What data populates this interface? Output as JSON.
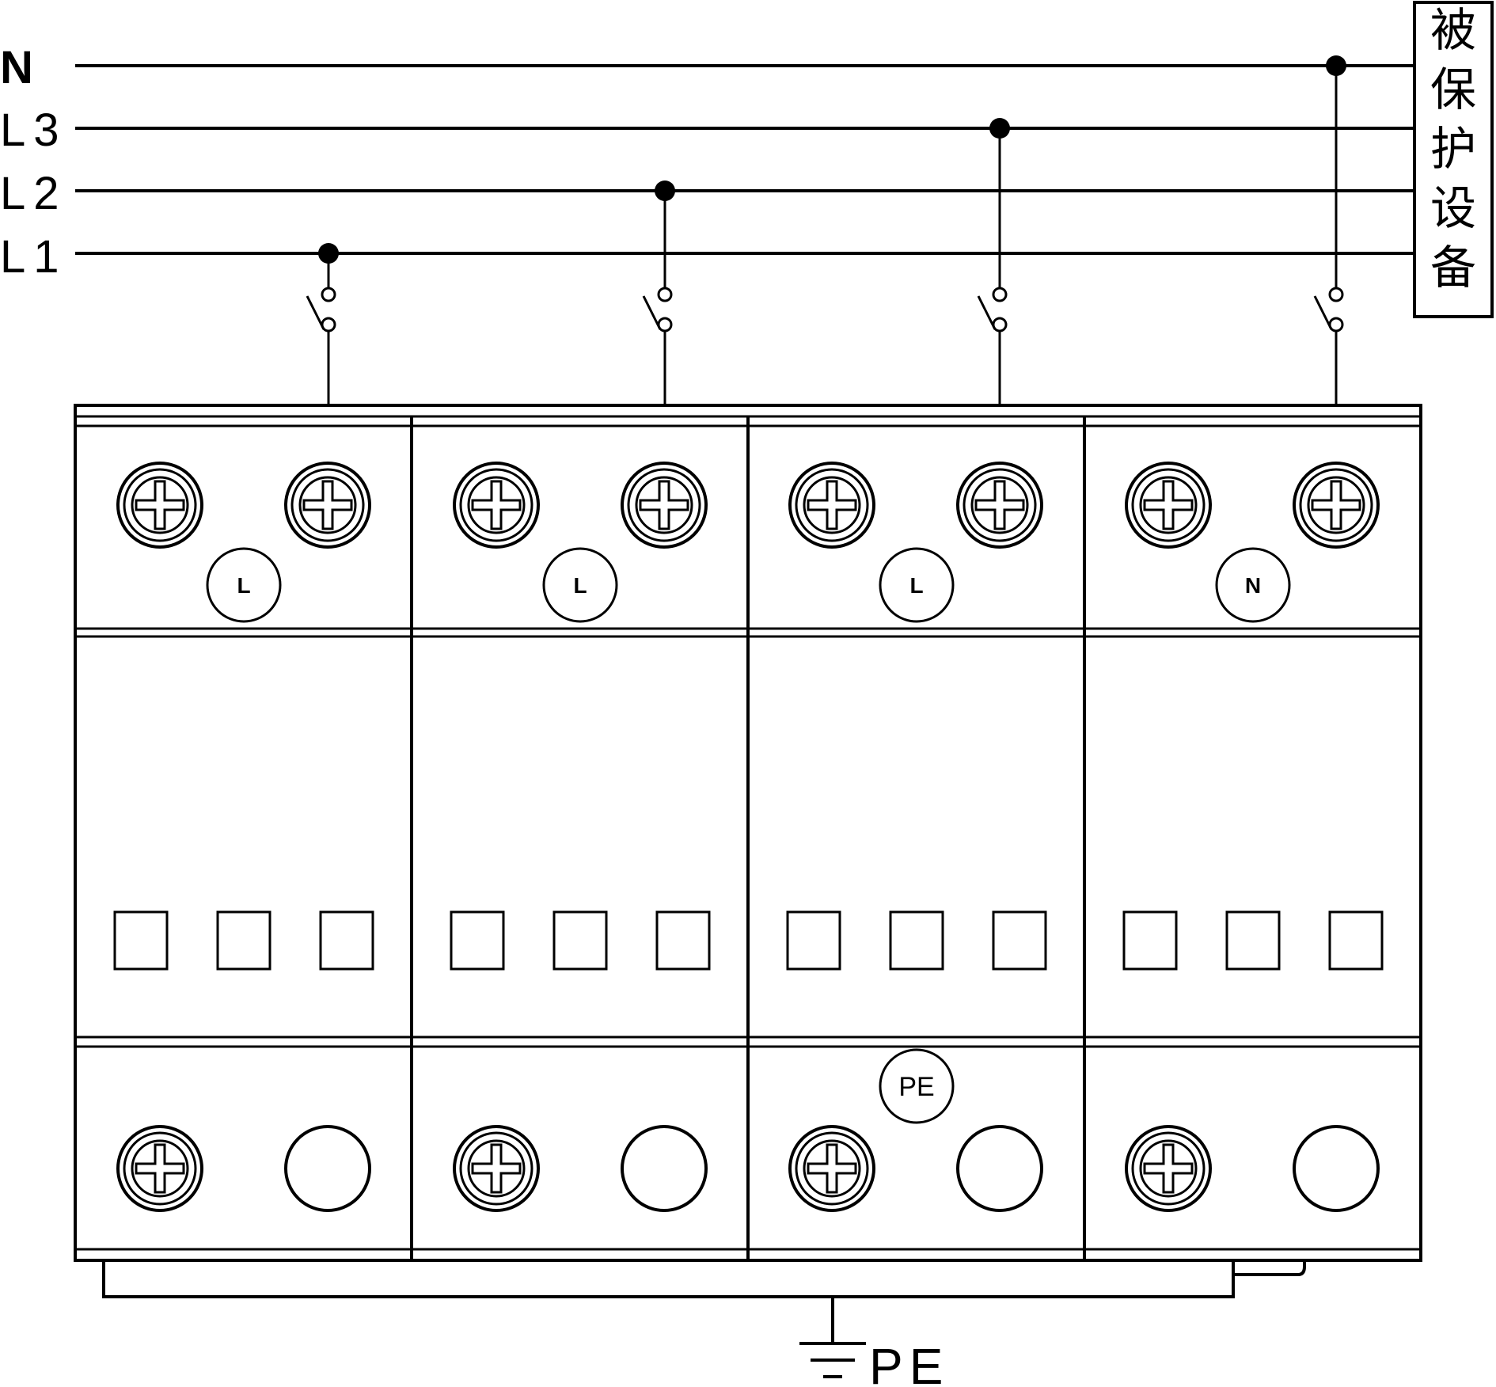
{
  "lines": {
    "n": "N",
    "l3": "L3",
    "l2": "L2",
    "l1": "L1"
  },
  "protected_equipment": "被保护设备",
  "modules": [
    {
      "label": "L"
    },
    {
      "label": "L"
    },
    {
      "label": "L"
    },
    {
      "label": "N"
    }
  ],
  "pe_badge": "PE",
  "ground_label": "PE"
}
